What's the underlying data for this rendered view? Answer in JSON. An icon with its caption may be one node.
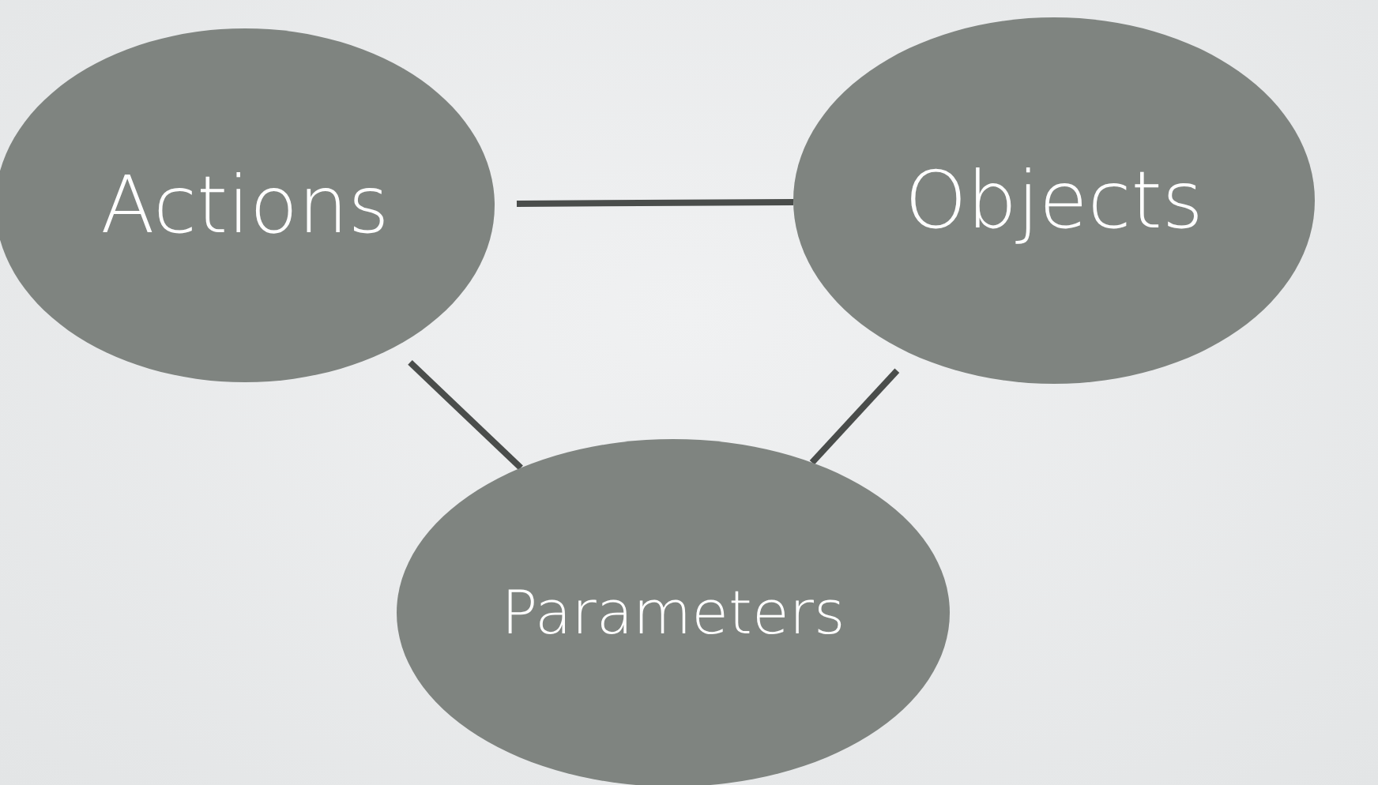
{
  "diagram": {
    "nodes": [
      {
        "text": [
          "Actions"
        ]
      },
      {
        "text": [
          "Objects"
        ]
      },
      {
        "text": [
          "Parameters"
        ]
      }
    ],
    "edges": [
      {
        "from": 0,
        "to": 1,
        "arrow": "none"
      },
      {
        "from": 0,
        "to": 2,
        "arrow": "none"
      },
      {
        "from": 1,
        "to": 2,
        "arrow": "none"
      }
    ]
  }
}
